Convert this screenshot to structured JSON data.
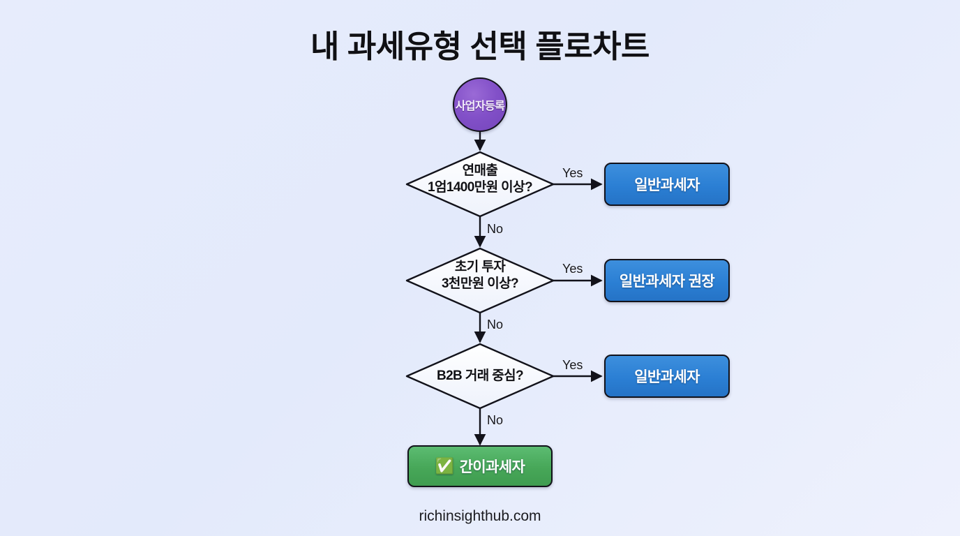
{
  "page": {
    "title": "내 과세유형 선택 플로차트",
    "footer_url": "richinsighthub.com",
    "background_color": "#e7ecfc"
  },
  "colors": {
    "start_fill": "#8250c8",
    "decision_fill": "#f7f9ff",
    "process_blue": "#2b7fd4",
    "process_green": "#47a758",
    "stroke": "#12121a",
    "text_light": "#ffffff",
    "text_dark": "#111115"
  },
  "flowchart": {
    "start": {
      "id": "start",
      "shape": "circle",
      "label": "사업자등록"
    },
    "decisions": [
      {
        "id": "decision-revenue",
        "shape": "diamond",
        "line1": "연매출",
        "line2": "1엄1400만원 이상?",
        "yes_label": "Yes",
        "no_label": "No"
      },
      {
        "id": "decision-investment",
        "shape": "diamond",
        "line1": "초기 투자",
        "line2": "3천만원 이상?",
        "yes_label": "Yes",
        "no_label": "No"
      },
      {
        "id": "decision-b2b",
        "shape": "diamond",
        "line1": "B2B 거래 중심?",
        "line2": "",
        "yes_label": "Yes",
        "no_label": "No"
      }
    ],
    "outcomes": [
      {
        "id": "outcome-general-1",
        "shape": "rounded-rect",
        "color": "blue",
        "label": "일반과세자"
      },
      {
        "id": "outcome-general-recommended",
        "shape": "rounded-rect",
        "color": "blue",
        "label": "일반과세자 권장"
      },
      {
        "id": "outcome-general-2",
        "shape": "rounded-rect",
        "color": "blue",
        "label": "일반과세자"
      }
    ],
    "terminal": {
      "id": "outcome-simplified",
      "shape": "rounded-rect",
      "color": "green",
      "icon": "check-mark-emoji",
      "icon_glyph": "✅",
      "label": "간이과세자"
    }
  }
}
